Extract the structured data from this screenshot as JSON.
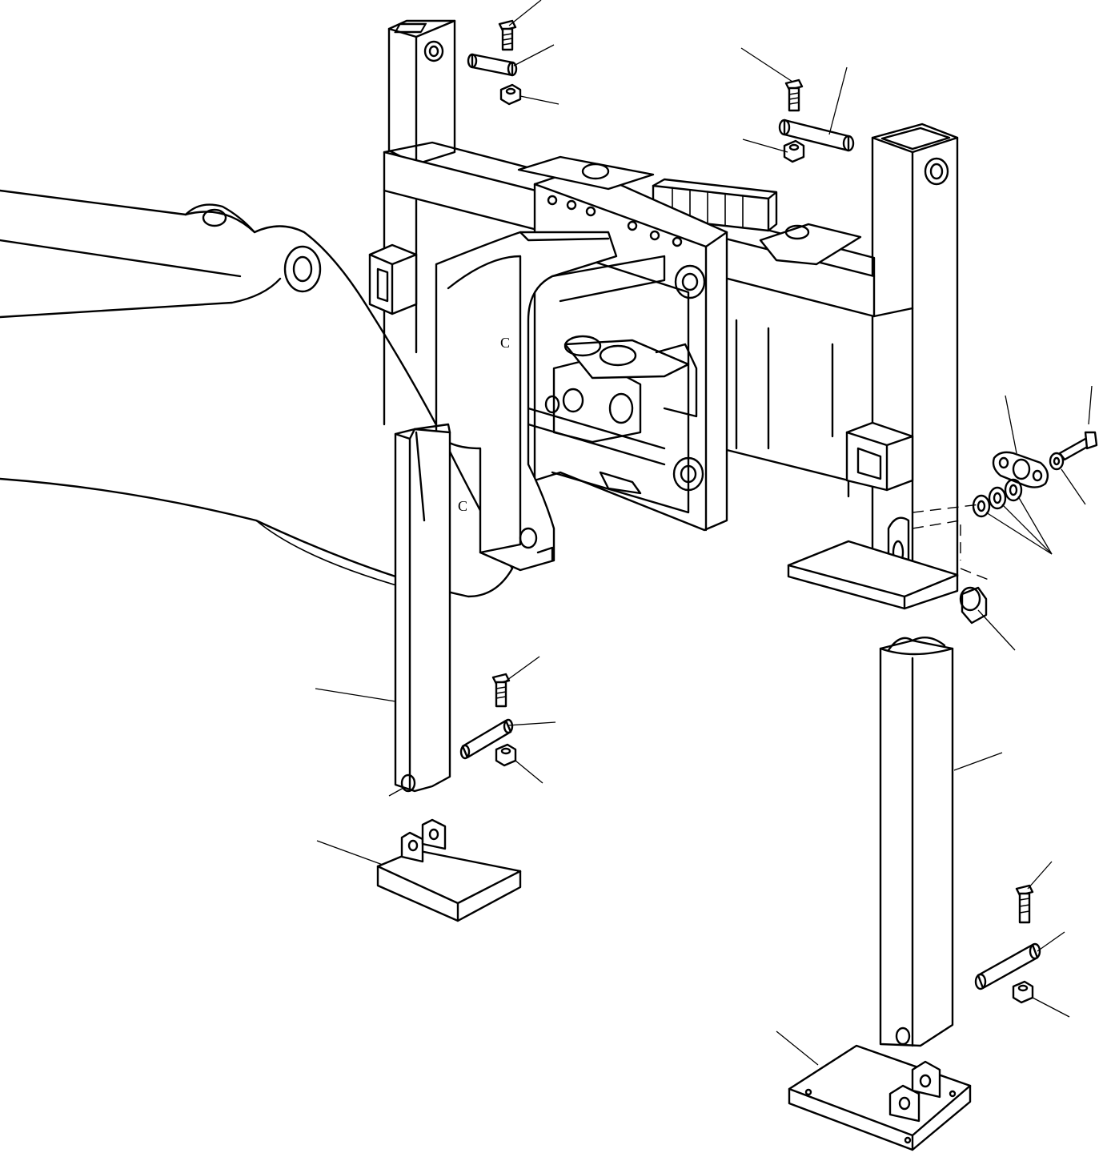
{
  "diagram": {
    "background_color": "#ffffff",
    "line_color": "#000000",
    "parts": [
      "left-upper-column",
      "right-upper-column",
      "cross-beam",
      "swing-bracket",
      "boom",
      "left-stabilizer-leg",
      "right-stabilizer-leg",
      "left-stabilizer-foot",
      "right-stabilizer-foot",
      "pin-top-left",
      "pin-top-right",
      "pin-left-leg",
      "pin-right-leg",
      "bolt",
      "nut",
      "washer",
      "cover-plate",
      "cap"
    ],
    "leader_count": 24
  }
}
